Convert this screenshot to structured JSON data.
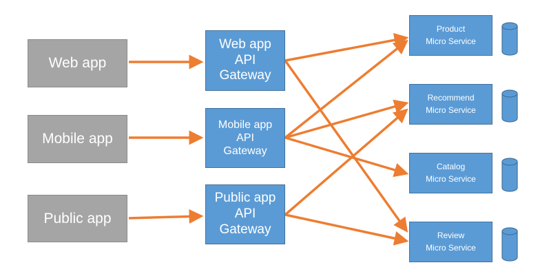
{
  "clients": {
    "web": "Web app",
    "mobile": "Mobile app",
    "public": "Public app"
  },
  "gateways": {
    "web": [
      "Web app",
      "API",
      "Gateway"
    ],
    "mobile": [
      "Mobile app",
      "API",
      "Gateway"
    ],
    "public": [
      "Public app",
      "API",
      "Gateway"
    ]
  },
  "services": {
    "product": [
      "Product",
      "Micro Service"
    ],
    "recommend": [
      "Recommend",
      "Micro Service"
    ],
    "catalog": [
      "Catalog",
      "Micro Service"
    ],
    "review": [
      "Review",
      "Micro Service"
    ]
  },
  "colors": {
    "client_fill": "#a5a5a5",
    "node_fill": "#5b9bd5",
    "node_border": "#41719c",
    "arrow": "#ed7d31"
  }
}
